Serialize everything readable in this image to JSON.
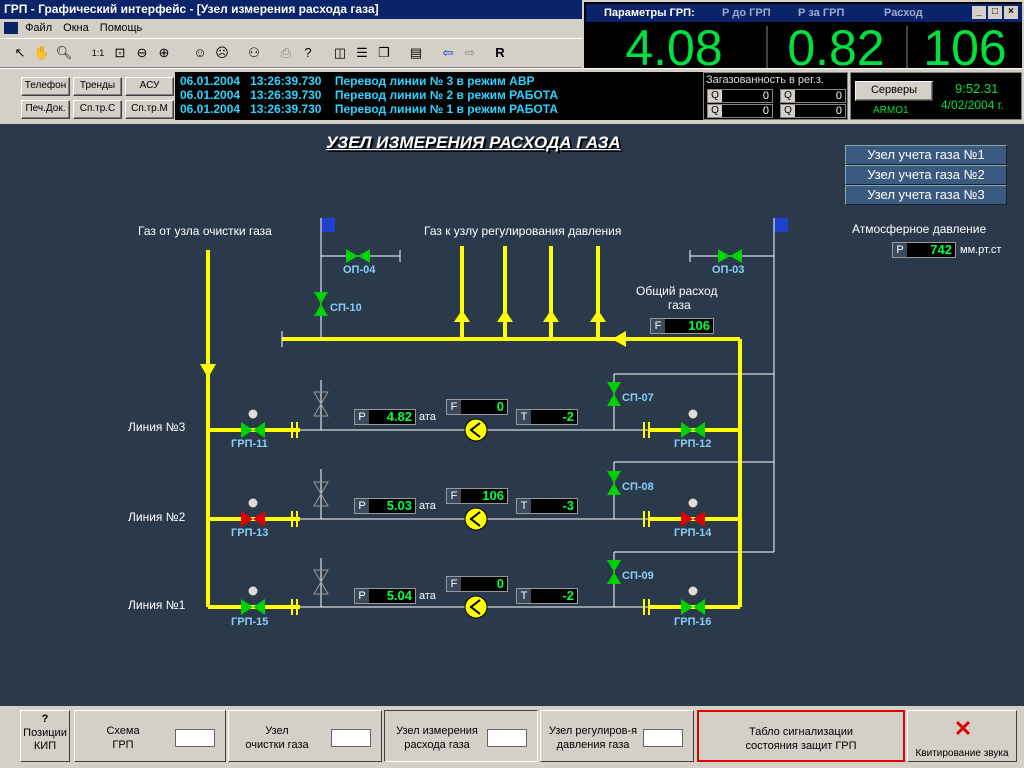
{
  "window": {
    "title": "ГРП - Графический интерфейс - [Узел измерения расхода газа]"
  },
  "menu": {
    "items": [
      "Файл",
      "Окна",
      "Помощь"
    ]
  },
  "toolbar": {
    "r_label": "R",
    "ratio_label": "1:1"
  },
  "params": {
    "title": "Параметры ГРП:",
    "headers": [
      "Р до ГРП",
      "Р за ГРП",
      "Расход"
    ],
    "values": [
      "4.08",
      "0.82",
      "106"
    ]
  },
  "quick_buttons": {
    "phone": "Телефон",
    "trends": "Тренды",
    "asu": "АСУ",
    "print": "Печ.Док.",
    "sptrs": "Сп.тр.С",
    "sptrm": "Сп.тр.М"
  },
  "events": [
    {
      "date": "06.01.2004",
      "time": "13:26:39.730",
      "text": "Перевод линии № 3 в режим АВР"
    },
    {
      "date": "06.01.2004",
      "time": "13:26:39.730",
      "text": "Перевод линии № 2 в режим РАБОТА"
    },
    {
      "date": "06.01.2004",
      "time": "13:26:39.730",
      "text": "Перевод линии № 1 в режим РАБОТА"
    }
  ],
  "gas": {
    "title": "Загазованность в рег.з.",
    "q_label": "Q",
    "values": [
      "0",
      "0",
      "0",
      "0"
    ]
  },
  "servers": {
    "label": "Серверы",
    "station": "ARMO1"
  },
  "clock": {
    "time": "9:52.31",
    "date": "4/02/2004 г."
  },
  "scheme": {
    "title": "УЗЕЛ ИЗМЕРЕНИЯ РАСХОДА ГАЗА",
    "units": [
      "Узел учета газа №1",
      "Узел учета газа №2",
      "Узел учета газа №3"
    ],
    "atm": {
      "label": "Атмосферное давление",
      "letter": "P",
      "value": "742",
      "unit": "мм.рт.ст"
    },
    "gas_from": "Газ от узла очистки газа",
    "gas_to": "Газ к узлу регулирования давления",
    "total": {
      "label1": "Общий расход",
      "label2": "газа",
      "letter": "F",
      "value": "106"
    },
    "valves": {
      "op04": "ОП-04",
      "op03": "ОП-03",
      "sp10": "СП-10",
      "sp07": "СП-07",
      "sp08": "СП-08",
      "sp09": "СП-09",
      "grp11": "ГРП-11",
      "grp12": "ГРП-12",
      "grp13": "ГРП-13",
      "grp14": "ГРП-14",
      "grp15": "ГРП-15",
      "grp16": "ГРП-16"
    },
    "lines": [
      {
        "name": "Линия №3",
        "p": "4.82",
        "f": "0",
        "t": "-2"
      },
      {
        "name": "Линия №2",
        "p": "5.03",
        "f": "106",
        "t": "-3"
      },
      {
        "name": "Линия №1",
        "p": "5.04",
        "f": "0",
        "t": "-2"
      }
    ],
    "p_letter": "P",
    "f_letter": "F",
    "t_letter": "T",
    "p_unit": "ата"
  },
  "bottom": {
    "kip1": "Позиции",
    "kip2": "КИП",
    "kip_q": "?",
    "btns": [
      {
        "l1": "Схема",
        "l2": "ГРП"
      },
      {
        "l1": "Узел",
        "l2": "очистки газа"
      },
      {
        "l1": "Узел измерения",
        "l2": "расхода газа"
      },
      {
        "l1": "Узел регулиров-я",
        "l2": "давления газа"
      }
    ],
    "alarm1": "Табло сигнализации",
    "alarm2": "состояния защит ГРП",
    "sound": "Квитирование звука"
  },
  "colors": {
    "pipe": "#ffff00",
    "valve_open": "#00d000",
    "valve_closed": "#e00000",
    "bg": "#2b3a4a",
    "digits": "#00ff40"
  }
}
